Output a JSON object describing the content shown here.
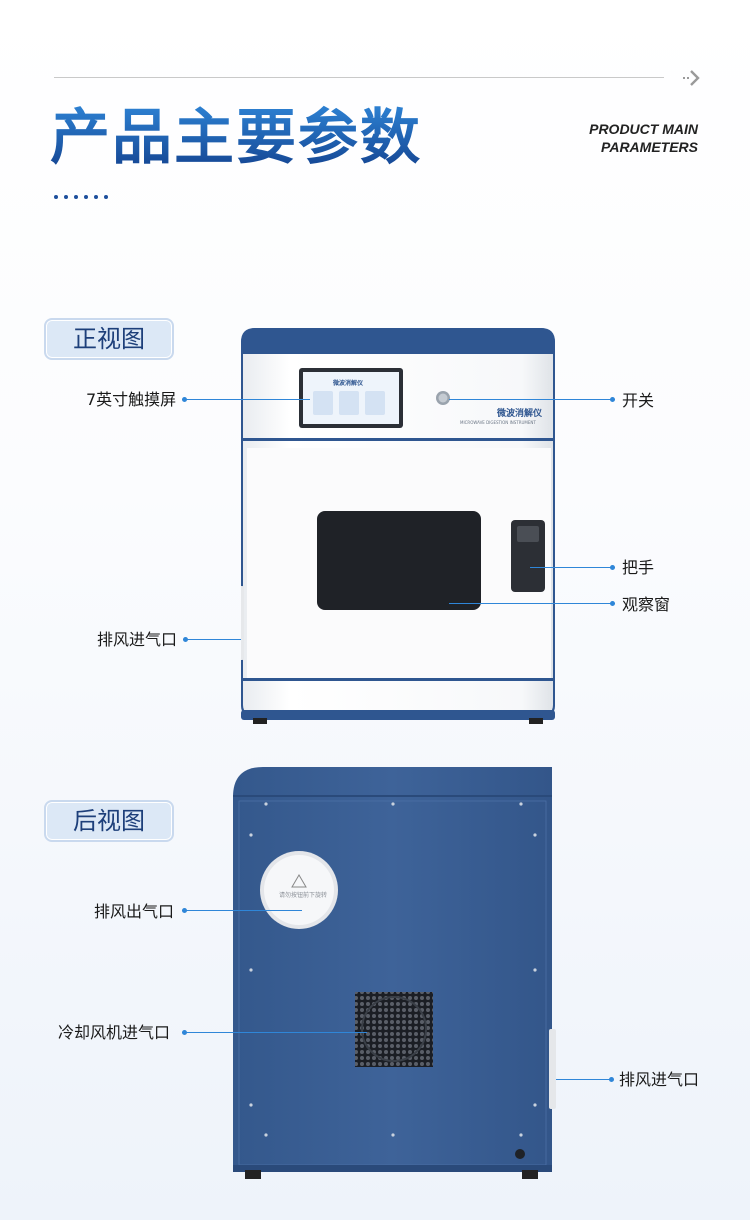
{
  "header": {
    "title": "产品主要参数",
    "subtitle_line1": "PRODUCT MAIN",
    "subtitle_line2": "PARAMETERS"
  },
  "front_view": {
    "badge": "正视图",
    "screen_title": "微波消解仪",
    "brand_cn": "微波消解仪",
    "brand_en": "MICROWAVE DIGESTION INSTRUMENT",
    "callouts": {
      "touchscreen": "7英寸触摸屏",
      "switch": "开关",
      "handle": "把手",
      "window": "观察窗",
      "exhaust_inlet": "排风进气口"
    }
  },
  "back_view": {
    "badge": "后视图",
    "vent_text": "请勿按钮前下旋转",
    "callouts": {
      "exhaust_outlet": "排风出气口",
      "fan_inlet": "冷却风机进气口",
      "exhaust_inlet": "排风进气口"
    }
  },
  "colors": {
    "accent": "#2f86d8",
    "device_blue": "#3a5f93",
    "title_blue": "#1b5fb0"
  }
}
